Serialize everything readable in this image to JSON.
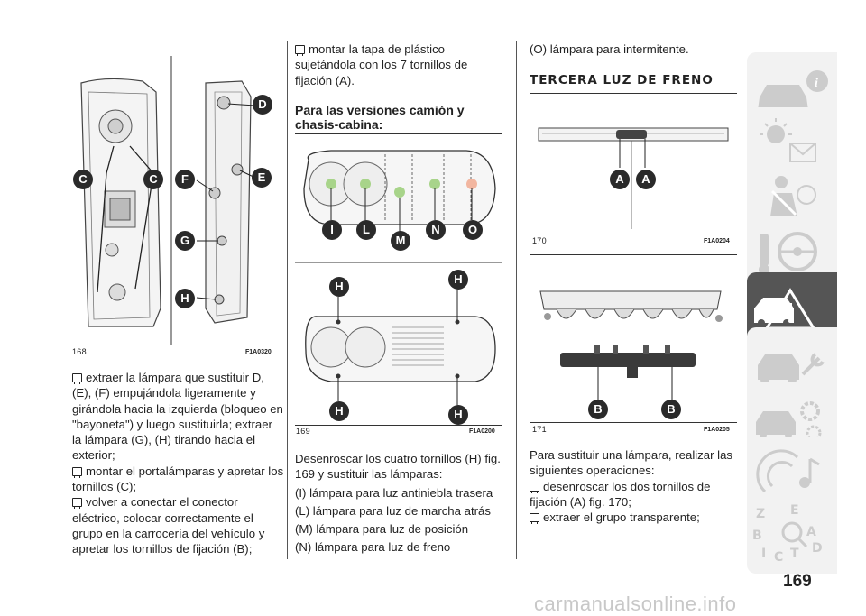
{
  "col1": {
    "fig_number": "168",
    "fig_code": "F1A0320",
    "fig_labels": [
      "D",
      "C",
      "C",
      "F",
      "E",
      "G",
      "H"
    ],
    "items": [
      "extraer la lámpara que sustituir D, (E), (F) empujándola ligeramente y girándola hacia la izquierda (bloqueo en \"bayoneta\") y luego sustituirla; extraer la lámpara (G), (H) tirando hacia el exterior;",
      "montar el portalámparas y apretar los tornillos (C);",
      "volver a conectar el conector eléctrico, colocar correctamente el grupo en la carrocería del vehículo y apretar los tornillos de fijación (B);"
    ]
  },
  "col2": {
    "item_top": "montar la tapa de plástico sujetándola con los 7 tornillos de fijación (A).",
    "heading": "Para las versiones camión y chasis-cabina:",
    "fig_number": "169",
    "fig_code": "F1A0200",
    "fig_labels_top": [
      "I",
      "L",
      "M",
      "N",
      "O"
    ],
    "fig_labels_bottom": [
      "H",
      "H",
      "H",
      "H"
    ],
    "intro": "Desenroscar los cuatro tornillos (H) fig. 169 y sustituir las lámparas:",
    "lines": [
      "(I) lámpara para luz antiniebla trasera",
      "(L) lámpara para luz de marcha atrás",
      "(M) lámpara para luz de posición",
      "(N) lámpara para luz de freno"
    ]
  },
  "col3": {
    "line_top": "(O) lámpara para intermitente.",
    "heading": "TERCERA LUZ DE FRENO",
    "fig170_number": "170",
    "fig170_code": "F1A0204",
    "fig170_labels": [
      "A",
      "A"
    ],
    "fig171_number": "171",
    "fig171_code": "F1A0205",
    "fig171_labels": [
      "B",
      "B"
    ],
    "intro": "Para sustituir una lámpara, realizar las siguientes operaciones:",
    "items": [
      "desenroscar los dos tornillos de fijación (A) fig. 170;",
      "extraer el grupo transparente;"
    ]
  },
  "page_number": "169",
  "watermark": "carmanualsonline.info",
  "tabs": [
    {
      "icon": "car-info-icon",
      "active": false
    },
    {
      "icon": "warning-lights-icon",
      "active": false
    },
    {
      "icon": "seatbelt-airbag-icon",
      "active": false
    },
    {
      "icon": "key-steering-wheel-icon",
      "active": false
    },
    {
      "icon": "car-emergency-icon",
      "active": true
    },
    {
      "icon": "car-maintenance-icon",
      "active": false
    },
    {
      "icon": "car-specs-icon",
      "active": false
    },
    {
      "icon": "media-music-icon",
      "active": false
    },
    {
      "icon": "index-alphabet-icon",
      "active": false
    }
  ],
  "colors": {
    "active_tab": "#555555",
    "tab": "#f2f2f2",
    "label": "#2a2a2a"
  }
}
